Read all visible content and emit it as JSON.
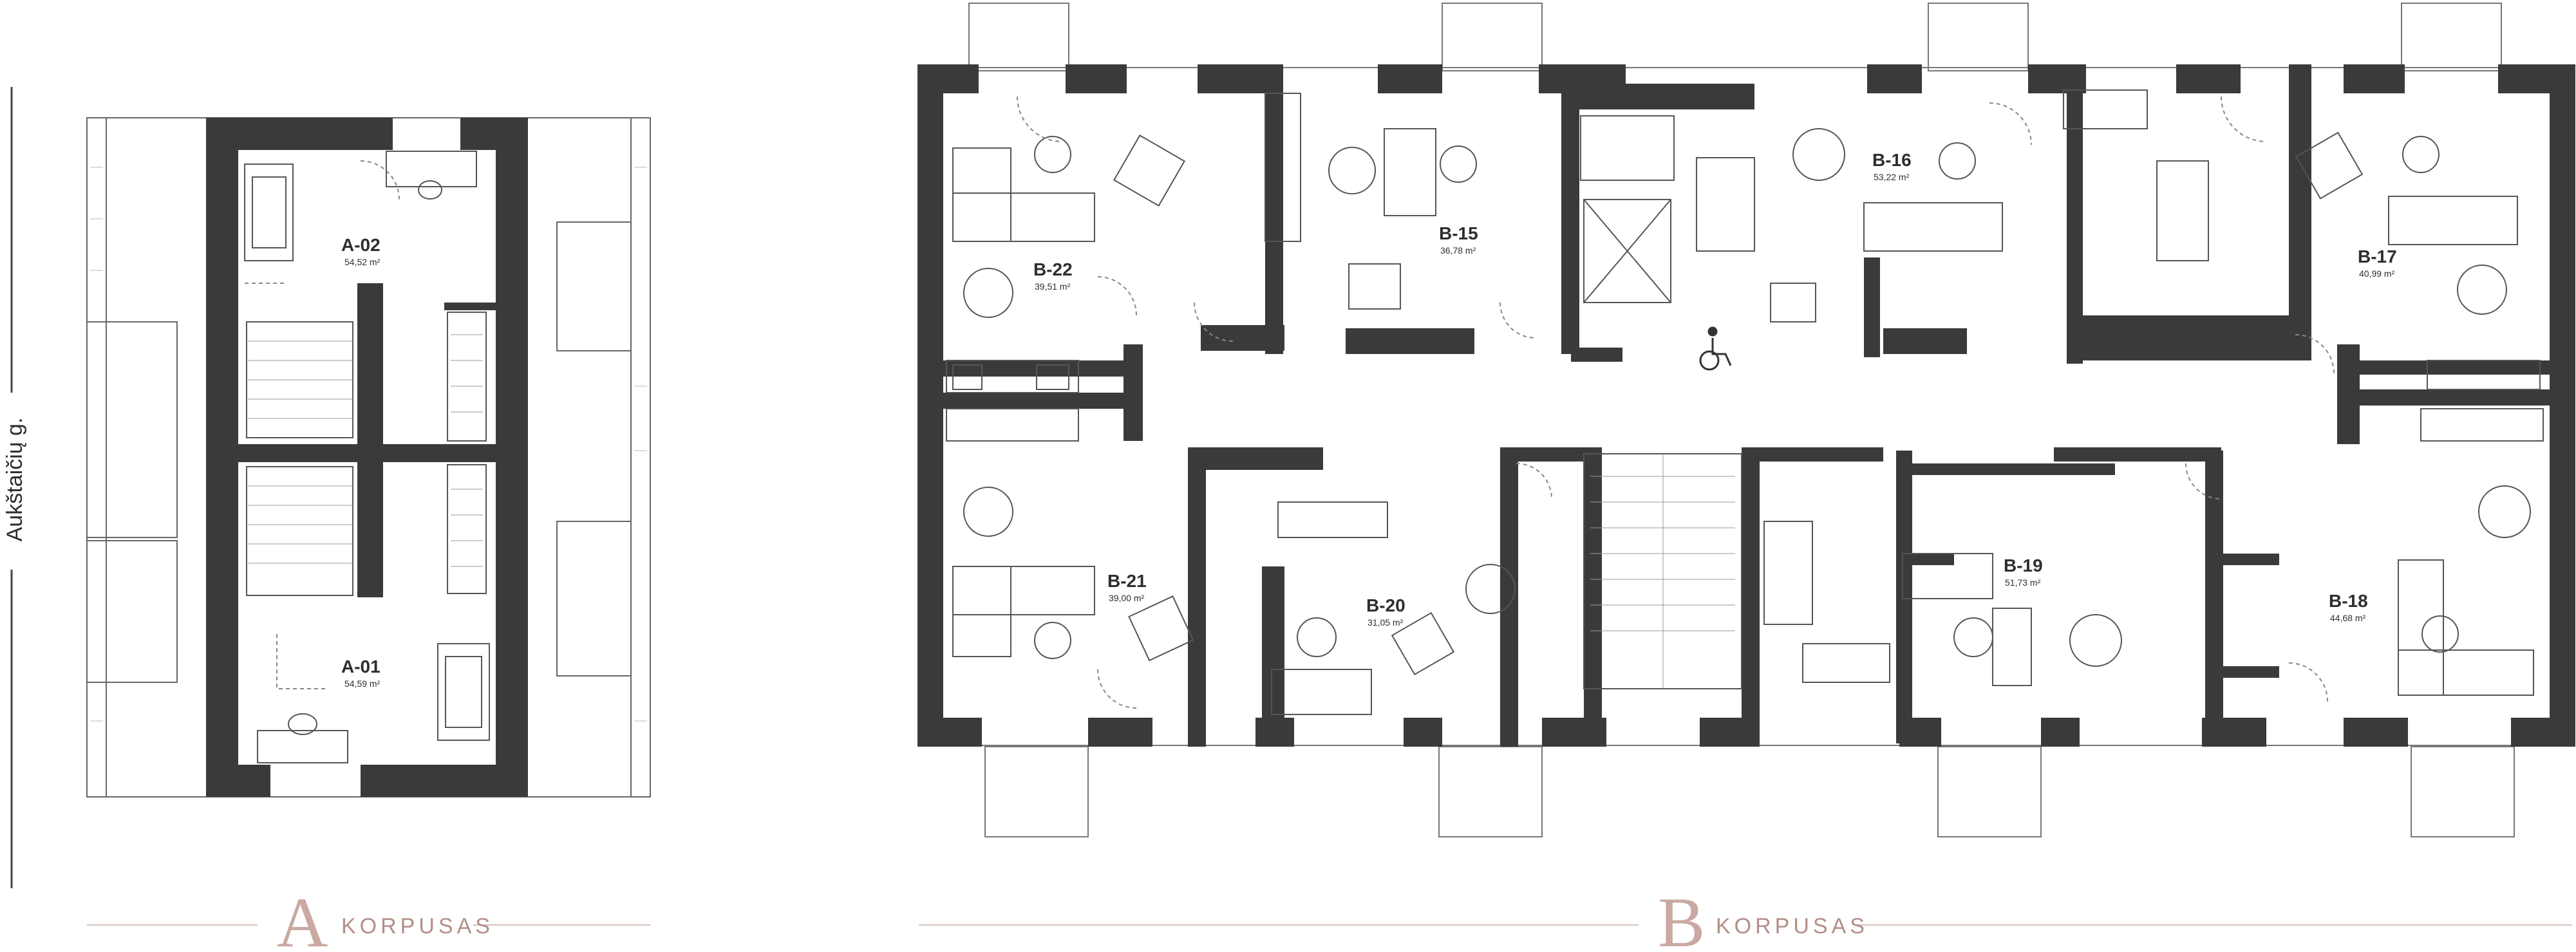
{
  "street_label": "Aukštaičių g.",
  "buildings": [
    {
      "letter": "A",
      "word": "KORPUSAS"
    },
    {
      "letter": "B",
      "word": "KORPUSAS"
    }
  ],
  "units": [
    {
      "code": "A-02",
      "area": "54,52 m²"
    },
    {
      "code": "A-01",
      "area": "54,59 m²"
    },
    {
      "code": "B-22",
      "area": "39,51 m²"
    },
    {
      "code": "B-15",
      "area": "36,78 m²"
    },
    {
      "code": "B-16",
      "area": "53,22 m²"
    },
    {
      "code": "B-17",
      "area": "40,99 m²"
    },
    {
      "code": "B-21",
      "area": "39,00 m²"
    },
    {
      "code": "B-20",
      "area": "31,05 m²"
    },
    {
      "code": "B-19",
      "area": "51,73 m²"
    },
    {
      "code": "B-18",
      "area": "44,68 m²"
    }
  ],
  "icons": {
    "accessibility": "wheelchair-icon",
    "dining": "dining-table-icon",
    "lamp": "ceiling-light-icon"
  },
  "colors": {
    "wall": "#3a3a3a",
    "line": "#555555",
    "accent": "#c9a9a2",
    "text": "#2e2e2e"
  }
}
